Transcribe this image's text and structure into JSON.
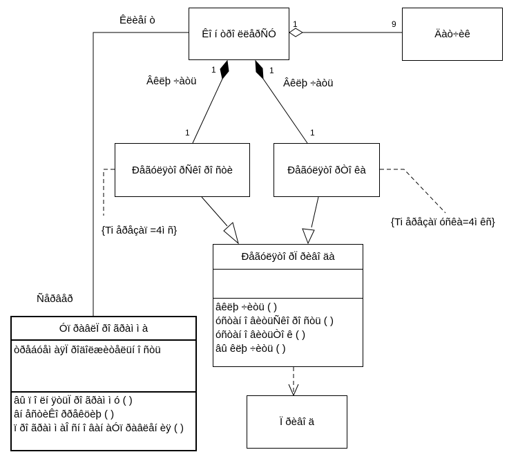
{
  "nodes": {
    "root": "Êî í òðî ëëåðÑÓ",
    "sensor": "Äàò÷èê",
    "temp": "Ðåãóëÿòî ðÑêî ðî ñòè",
    "pos": "Ðåãóëÿòî ðÒî êà",
    "pid": {
      "title": "Ðåãóëÿòî ðÏ ðèâî äà",
      "ops": [
        "âêëþ ÷èòü ( )",
        "óñòàí î âèòüÑêî ðî ñòü ( )",
        "óñòàí î âèòüÒî ê ( )",
        "âû êëþ ÷èòü ( )"
      ]
    },
    "drive": "Ï ðèâî ä",
    "hdl": {
      "title": "Óï ðàâëÏ ðî ãðàì ì à",
      "attrs": [
        "òðåáóåì àÿÏ ðîäîëæèòåëüí î ñòü"
      ],
      "ops": [
        "âû ï î ëí ÿòüÏ ðî ãðàì ì ó ( )",
        "âí åñòèÊî ððåêöèþ ( )",
        "ï ðî ãðàì ì àÎ ñí î âàí àÓï ðàâëåí èÿ ( )"
      ]
    }
  },
  "labels": {
    "client": "Êëèåí ò",
    "server": "Ñåðâåð",
    "inc_left": "Âêëþ ÷àòü",
    "inc_right": "Âêëþ ÷àòü",
    "constraint_left": "{Ti åðåçàï =4ì ñ}",
    "constraint_right": "{Ti åðåçàï óñêà=4ì êñ}"
  },
  "multiplicity": {
    "agg_root": "1",
    "agg_sensor": "9",
    "comp_left_top": "1",
    "comp_right_top": "1",
    "comp_left_bottom": "1",
    "comp_right_bottom": "1"
  }
}
